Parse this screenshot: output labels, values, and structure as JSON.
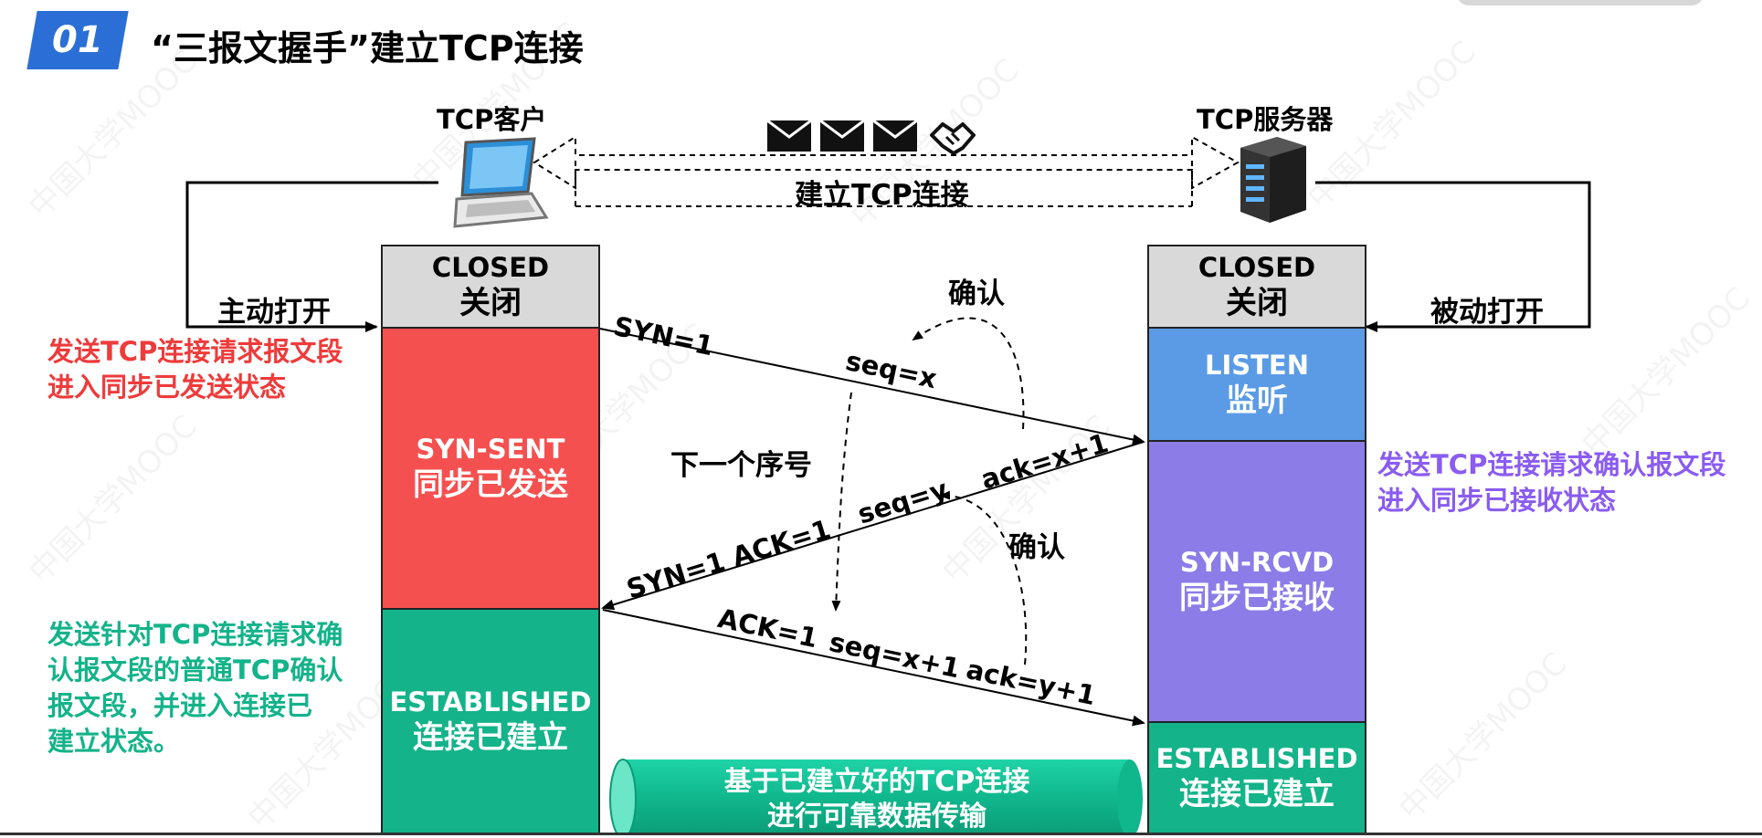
{
  "header": {
    "badge": "01",
    "title": "“三报文握手”建立TCP连接"
  },
  "nodes": {
    "client": "TCP客户",
    "server": "TCP服务器"
  },
  "connection_label": "建立TCP连接",
  "client_states": [
    {
      "en": "CLOSED",
      "zh": "关闭",
      "color": "#d9d9d9"
    },
    {
      "en": "SYN-SENT",
      "zh": "同步已发送",
      "color": "#f55050"
    },
    {
      "en": "ESTABLISHED",
      "zh": "连接已建立",
      "color": "#14b38a"
    }
  ],
  "server_states": [
    {
      "en": "CLOSED",
      "zh": "关闭",
      "color": "#d9d9d9"
    },
    {
      "en": "LISTEN",
      "zh": "监听",
      "color": "#5b9be6"
    },
    {
      "en": "SYN-RCVD",
      "zh": "同步已接收",
      "color": "#8b7ce8"
    },
    {
      "en": "ESTABLISHED",
      "zh": "连接已建立",
      "color": "#14b38a"
    }
  ],
  "open_labels": {
    "active": "主动打开",
    "passive": "被动打开"
  },
  "segments": {
    "syn": "SYN=1",
    "seq_x": "seq=x",
    "syn_ack": "SYN=1  ACK=1",
    "ack_x1": "ack=x+1",
    "seq_y": "seq=y",
    "ack": "ACK=1",
    "seq_x1": "seq=x+1",
    "ack_y1": "ack=y+1"
  },
  "annotations": {
    "confirm1": "确认",
    "confirm2": "确认",
    "next_seq": "下一个序号"
  },
  "notes": {
    "client_send": "发送TCP连接请求报文段\n进入同步已发送状态",
    "server_send": "发送TCP连接请求确认报文段\n进入同步已接收状态",
    "client_ack": "发送针对TCP连接请求确\n认报文段的普通TCP确认\n报文段，并进入连接已\n建立状态。"
  },
  "pipe_text": "基于已建立好的TCP连接\n进行可靠数据传输",
  "watermark": "中国大学MOOC",
  "icons": [
    "envelope-icon",
    "envelope-icon",
    "envelope-icon",
    "handshake-icon",
    "laptop-icon",
    "server-icon"
  ],
  "colors": {
    "accent_blue": "#2b6fd6",
    "red_text": "#ee3b3b",
    "purple_text": "#8a5cf0",
    "green_text": "#14b38a"
  }
}
